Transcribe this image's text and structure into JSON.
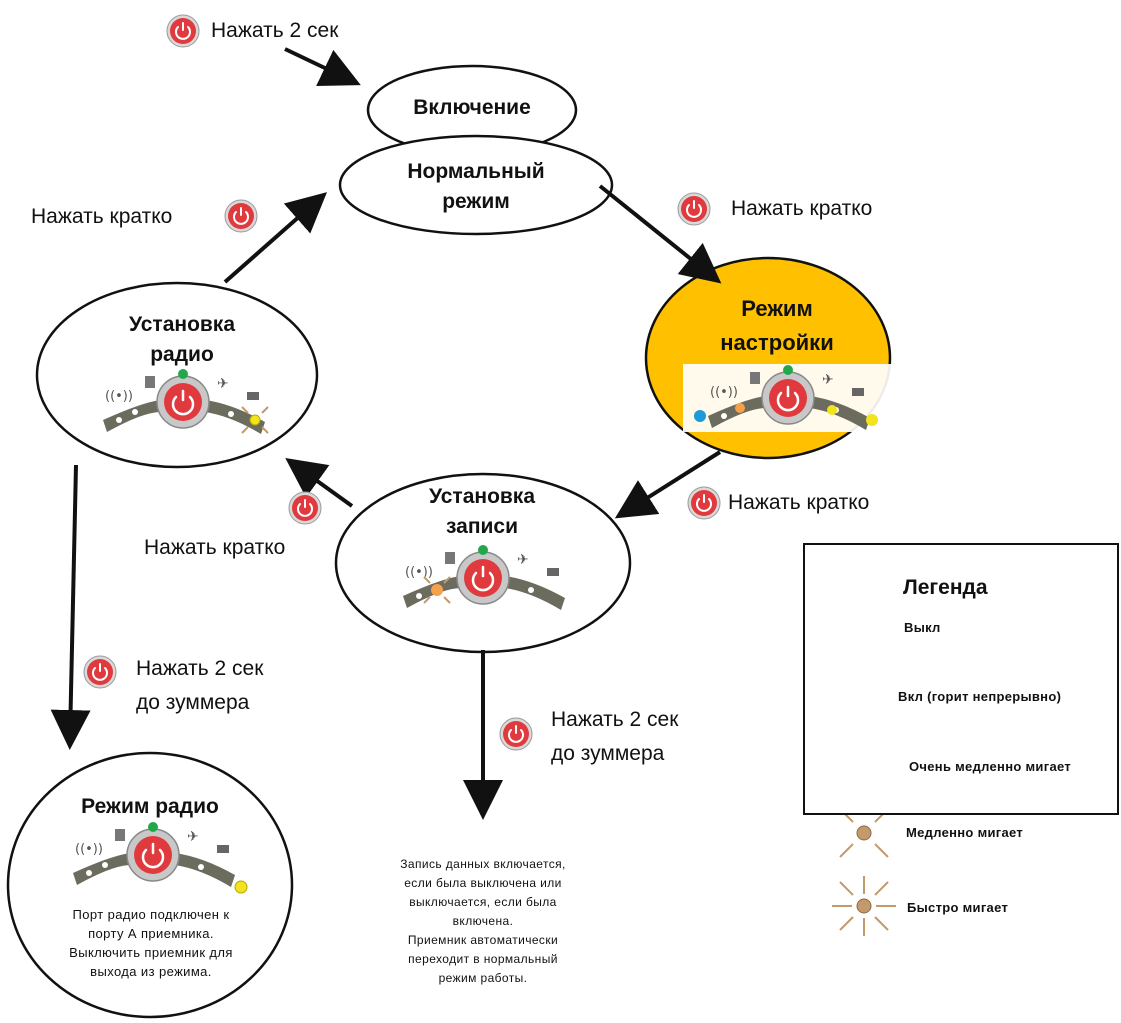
{
  "nodes": {
    "power_on": "Включение",
    "normal_mode_l1": "Нормальный",
    "normal_mode_l2": "режим",
    "setup_mode_l1": "Режим",
    "setup_mode_l2": "настройки",
    "radio_setup_l1": "Установка",
    "radio_setup_l2": "радио",
    "record_setup_l1": "Установка",
    "record_setup_l2": "записи",
    "radio_mode": "Режим радио"
  },
  "labels": {
    "press_2s_top": "Нажать 2 сек",
    "press_short_left": "Нажать кратко",
    "press_short_right": "Нажать кратко",
    "press_short_mid_right": "Нажать кратко",
    "press_short_mid_left": "Нажать кратко",
    "press_2s_left_l1": "Нажать 2 сек",
    "press_2s_left_l2": "до зуммера",
    "press_2s_center_l1": "Нажать 2 сек",
    "press_2s_center_l2": "до зуммера"
  },
  "notes": {
    "radio_mode_note": [
      "Порт радио подключен к",
      "порту А приемника.",
      "Выключить приемник для",
      "выхода из режима."
    ],
    "record_note": [
      "Запись данных включается,",
      "если была выключена или",
      "выключается, если была",
      "включена.",
      "Приемник автоматически",
      "переходит в нормальный",
      "режим работы."
    ]
  },
  "legend": {
    "title": "Легенда",
    "items": [
      {
        "icon": "led-off-icon",
        "label": "Выкл"
      },
      {
        "icon": "led-on-icon",
        "label": "Вкл (горит непрерывно)"
      },
      {
        "icon": "led-very-slow-blink-icon",
        "label": "Очень медленно мигает"
      },
      {
        "icon": "led-slow-blink-icon",
        "label": "Медленно мигает"
      },
      {
        "icon": "led-fast-blink-icon",
        "label": "Быстро мигает"
      }
    ]
  },
  "colors": {
    "setup_mode_fill": "#FFC000",
    "power_button": "#E03A3E",
    "led_green": "#22A84A",
    "led_yellow": "#F2E41C",
    "led_orange": "#F5A04A",
    "led_blue": "#1E9AD6",
    "legend_led": "#C49A6C"
  }
}
